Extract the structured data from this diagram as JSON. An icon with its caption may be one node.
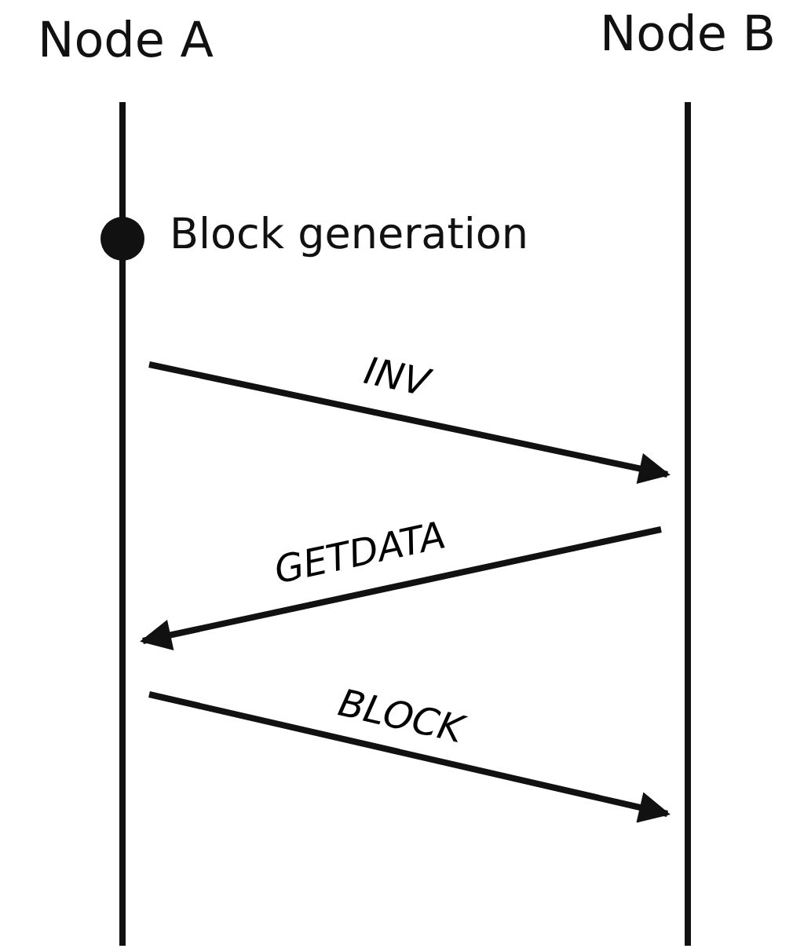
{
  "diagram": {
    "nodes": [
      {
        "text": [
          "Node A"
        ]
      },
      {
        "text": [
          "Node B"
        ]
      },
      {
        "text": [],
        "shape": "circle",
        "beside": [
          "Block generation"
        ],
        "in": 0
      }
    ],
    "edges": [
      {
        "from": 0,
        "to": 1,
        "arrow": "to",
        "label": "INV"
      },
      {
        "from": 1,
        "to": 0,
        "arrow": "to",
        "label": "GETDATA"
      },
      {
        "from": 0,
        "to": 1,
        "arrow": "to",
        "label": "BLOCK"
      }
    ]
  }
}
